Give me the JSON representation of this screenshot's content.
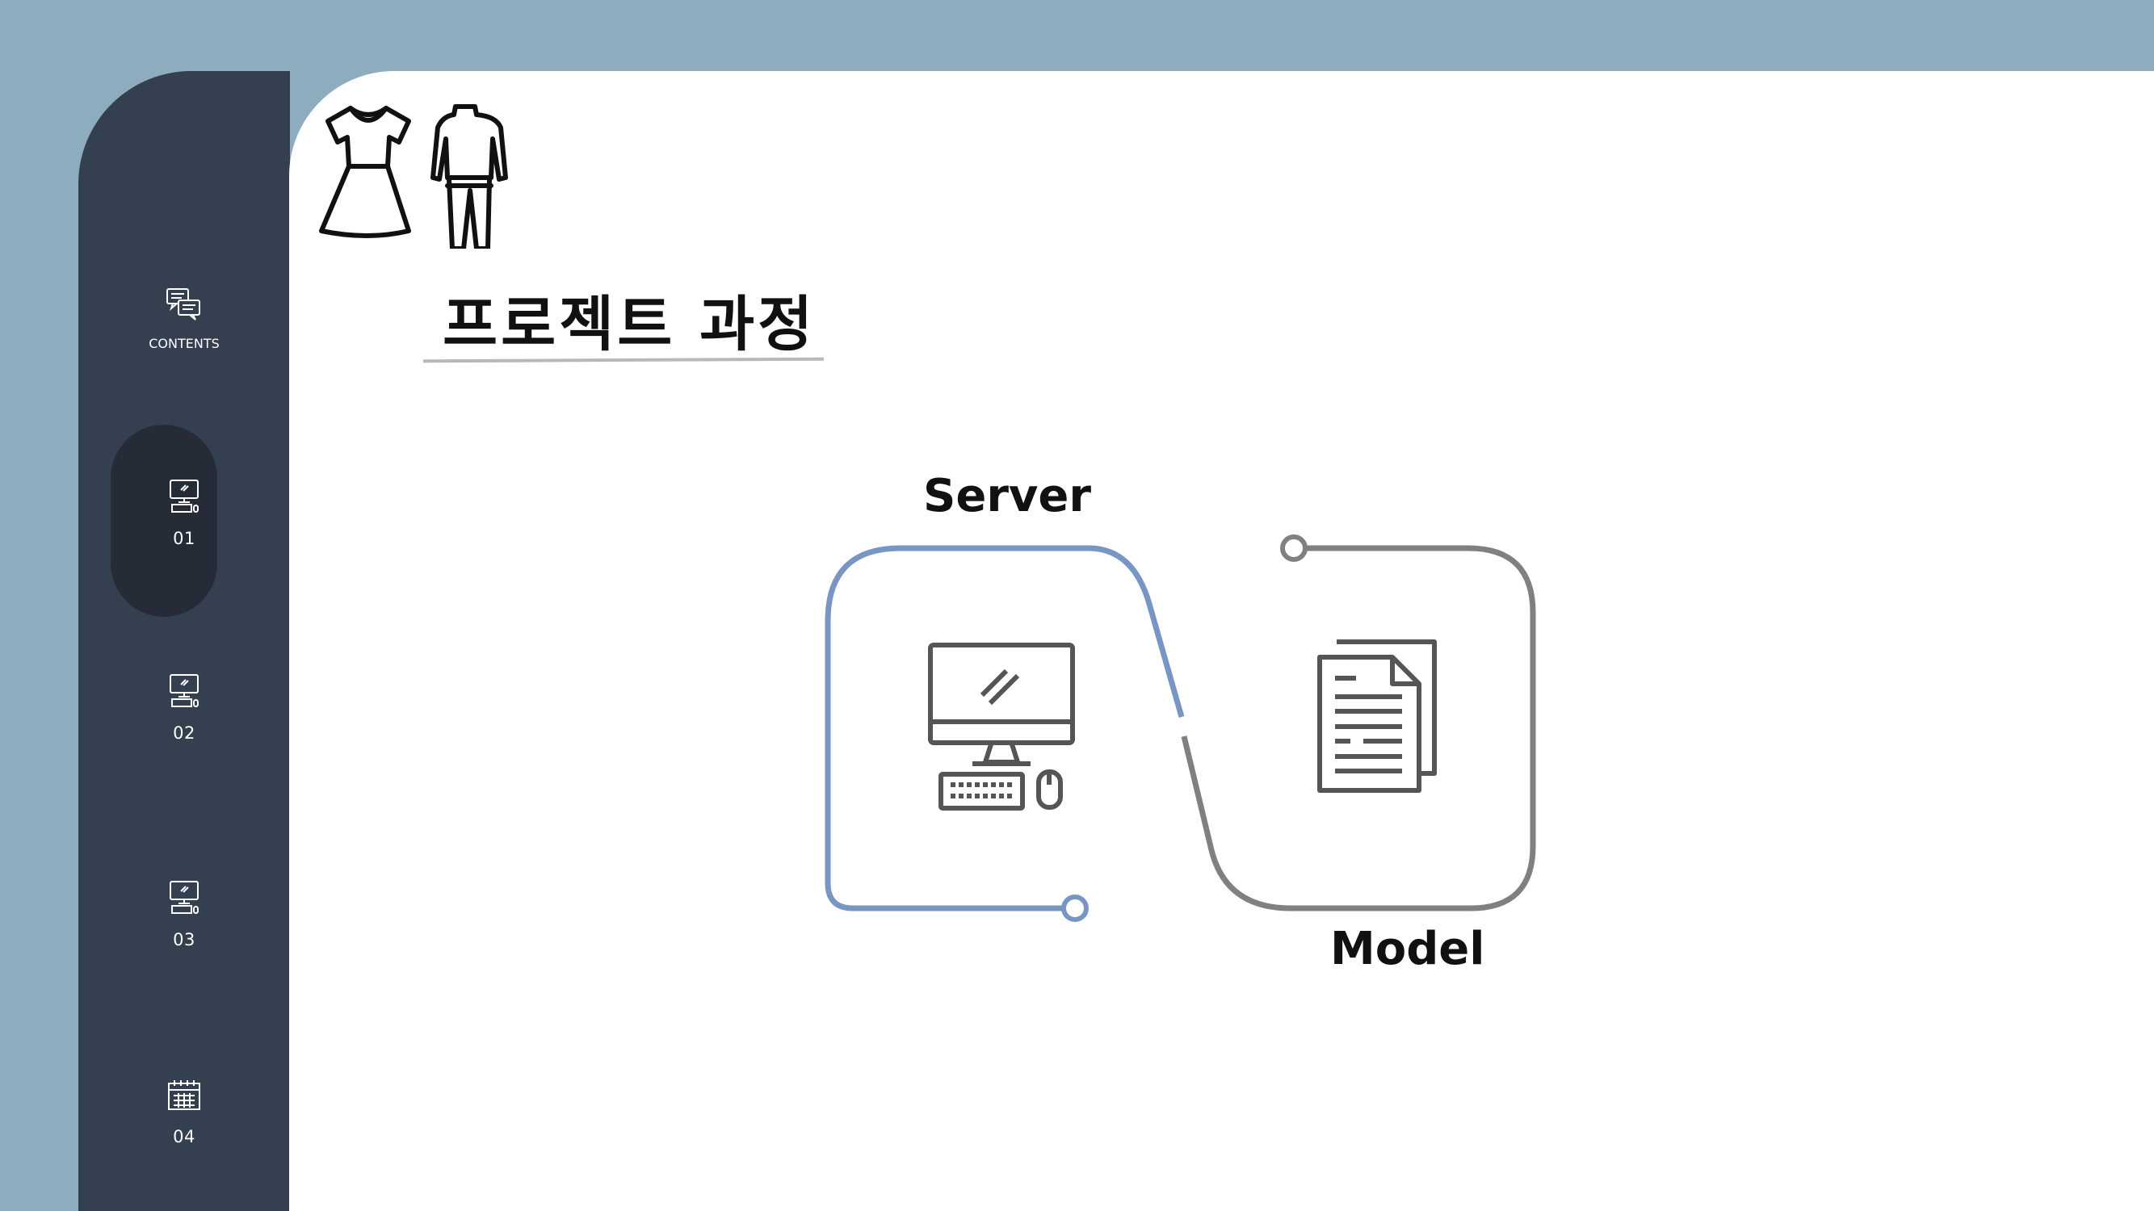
{
  "sidebar": {
    "items": [
      {
        "label": "CONTENTS",
        "icon": "chat-bubbles-icon"
      },
      {
        "label": "01",
        "icon": "computer-icon",
        "active": true
      },
      {
        "label": "02",
        "icon": "computer-icon"
      },
      {
        "label": "03",
        "icon": "computer-icon"
      },
      {
        "label": "04",
        "icon": "calendar-icon"
      }
    ]
  },
  "main": {
    "title": "프로젝트 과정",
    "diagram": {
      "left_label": "Server",
      "right_label": "Model",
      "left_icon": "desktop-computer-icon",
      "right_icon": "documents-icon"
    }
  },
  "colors": {
    "background": "#8dacbe",
    "sidebar": "#343f4f",
    "active_pill": "#252c38",
    "server_line": "#7896c3",
    "model_line": "#808080"
  }
}
